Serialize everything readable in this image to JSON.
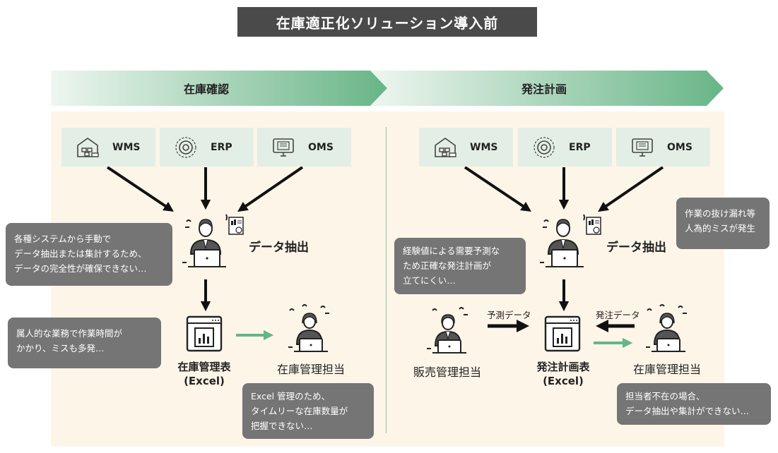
{
  "title": "在庫適正化ソリューション導入前",
  "phases": [
    {
      "label": "在庫確認"
    },
    {
      "label": "発注計画"
    }
  ],
  "colors": {
    "title_bg": "#4a4a4a",
    "panel_bg": "#fdf5e8",
    "system_box": "#e3efe6",
    "note_bg": "#757575",
    "accent_green": "#66b586",
    "arrow": "#111111"
  },
  "left": {
    "systems": [
      {
        "label": "WMS",
        "icon": "warehouse-icon"
      },
      {
        "label": "ERP",
        "icon": "gear-circle-icon"
      },
      {
        "label": "OMS",
        "icon": "monitor-icon"
      }
    ],
    "extract_label": "データ抽出",
    "notes": {
      "n1": [
        "各種システムから手動で",
        "データ抽出または集計するため、",
        "データの完全性が確保できない…"
      ],
      "n2": [
        "属人的な業務で作業時間が",
        "かかり、ミスも多発…"
      ],
      "n3": [
        "Excel 管理のため、",
        "タイムリーな在庫数量が",
        "把握できない…"
      ]
    },
    "doc_label": [
      "在庫管理表",
      "(Excel)"
    ],
    "person_label": "在庫管理担当"
  },
  "right": {
    "systems": [
      {
        "label": "WMS",
        "icon": "warehouse-icon"
      },
      {
        "label": "ERP",
        "icon": "gear-circle-icon"
      },
      {
        "label": "OMS",
        "icon": "monitor-icon"
      }
    ],
    "extract_label": "データ抽出",
    "notes": {
      "n1": [
        "経験値による需要予測な",
        "ため正確な発注計画が",
        "立てにくい…"
      ],
      "n2": [
        "作業の抜け漏れ等",
        "人為的ミスが発生"
      ],
      "n3": [
        "担当者不在の場合、",
        "データ抽出や集計ができない…"
      ]
    },
    "doc_label": [
      "発注計画表",
      "(Excel)"
    ],
    "sales_label": "販売管理担当",
    "forecast_label": "予測データ",
    "order_label": "発注データ",
    "person_label": "在庫管理担当"
  }
}
